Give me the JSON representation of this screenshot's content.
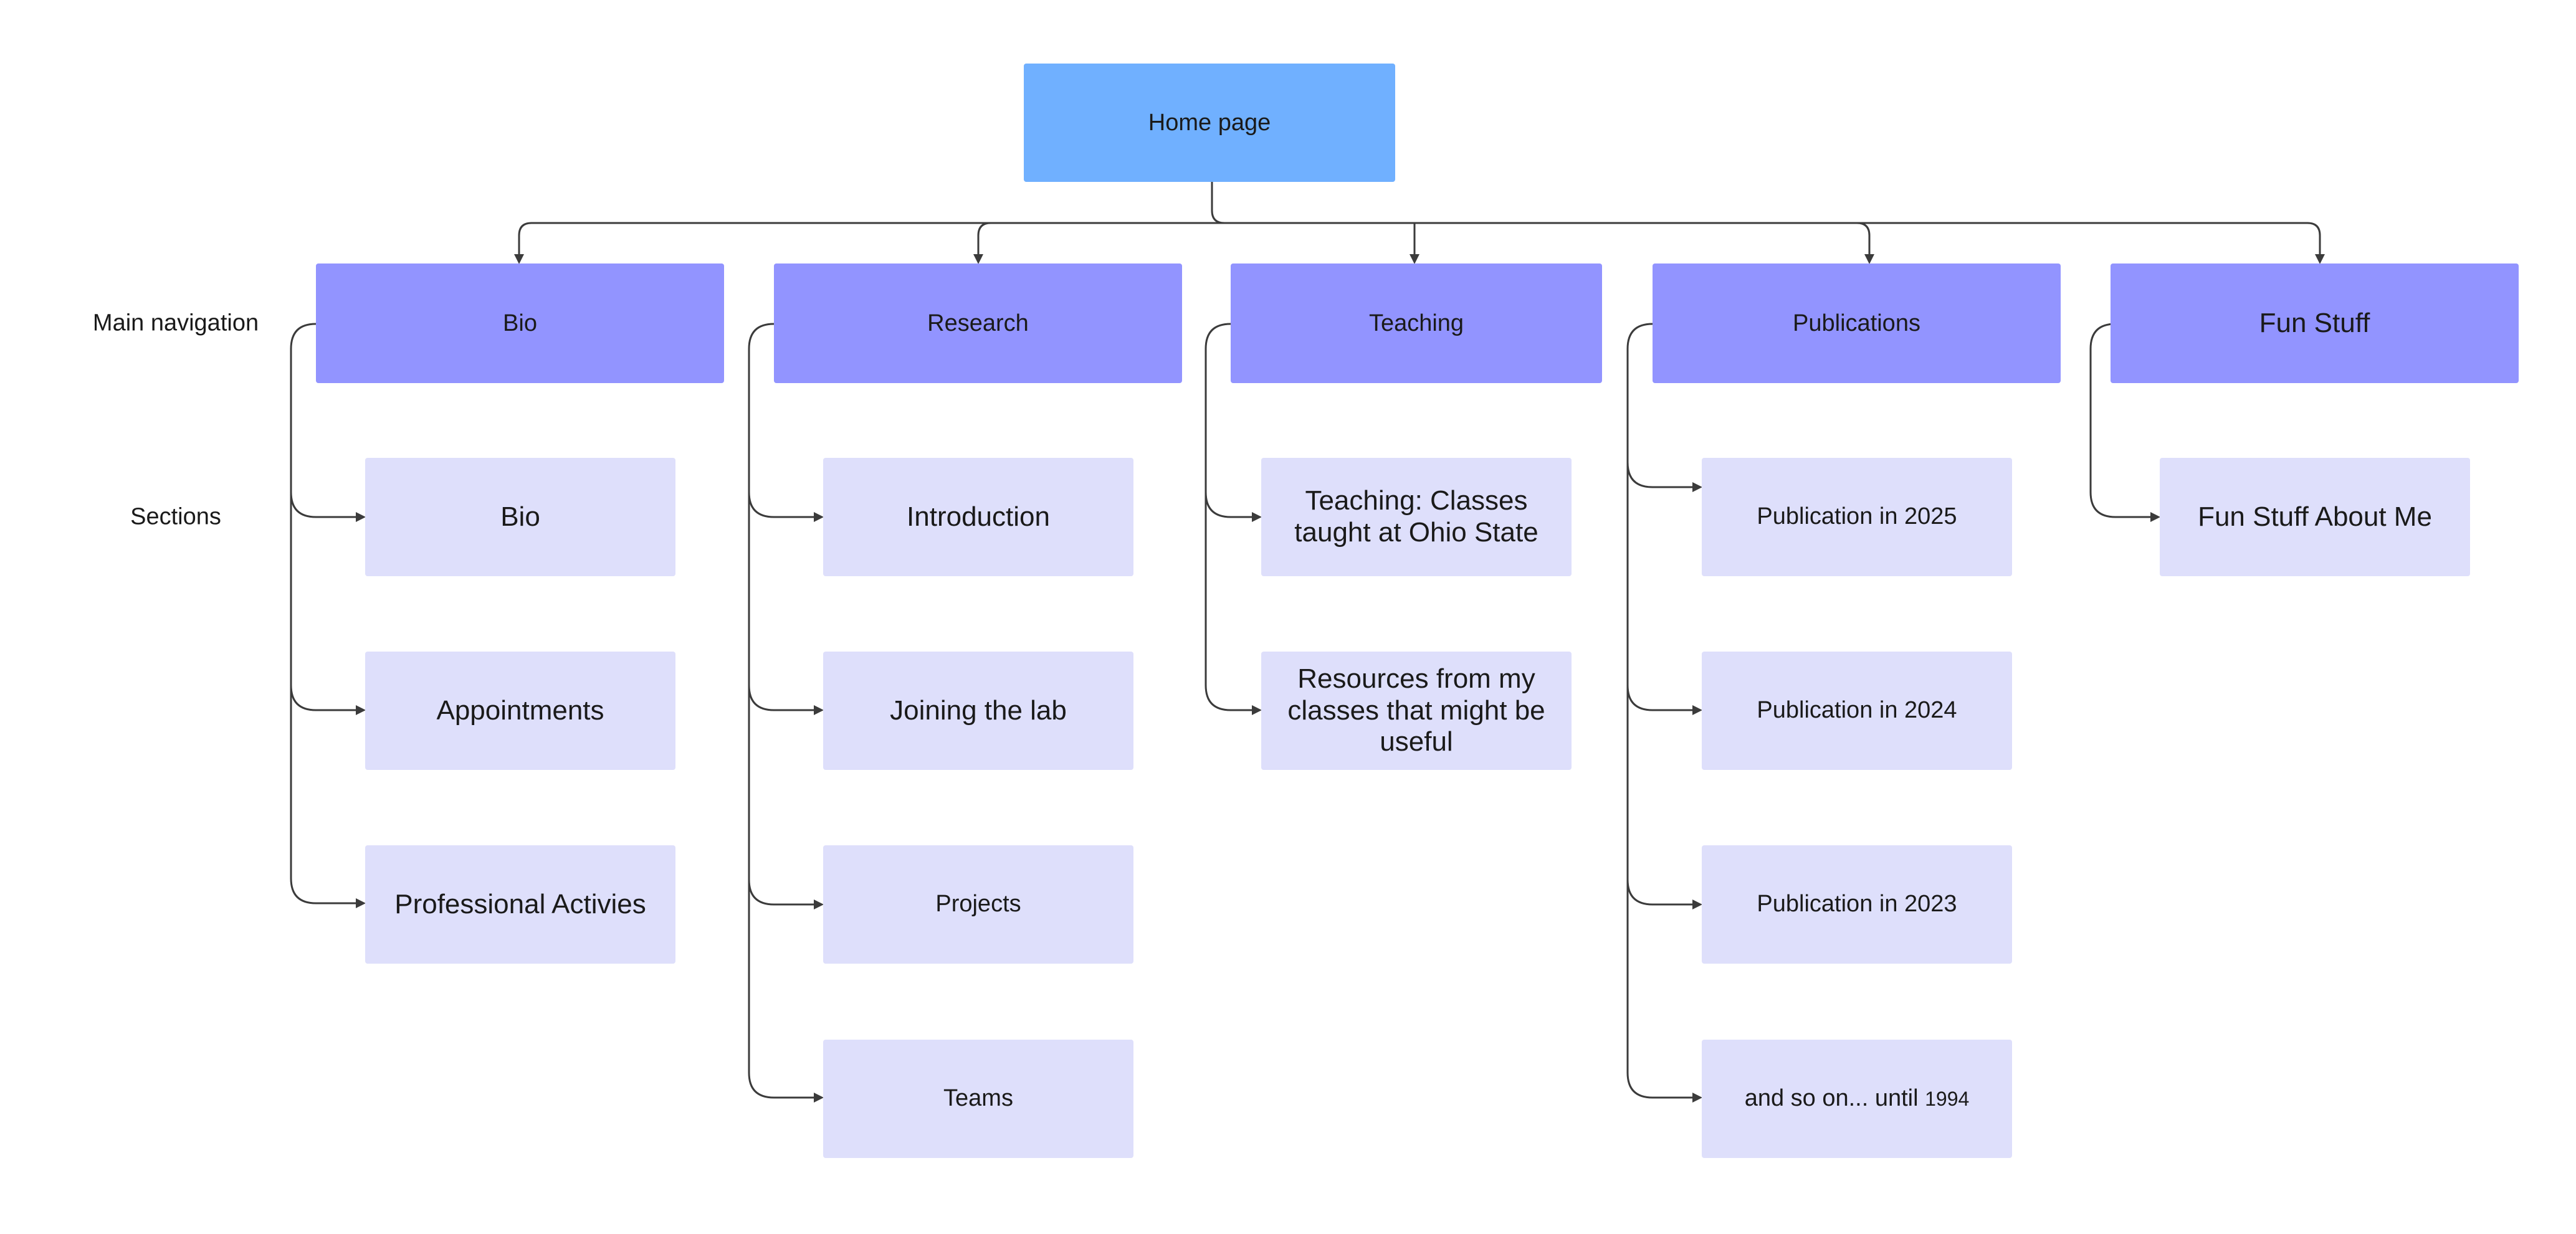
{
  "row_labels": {
    "main_navigation": "Main navigation",
    "sections": "Sections"
  },
  "home": {
    "label": "Home page"
  },
  "nav": {
    "bio": "Bio",
    "research": "Research",
    "teaching": "Teaching",
    "publications": "Publications",
    "fun_stuff": "Fun Stuff"
  },
  "sections": {
    "bio": [
      "Bio",
      "Appointments",
      "Professional Activies"
    ],
    "research": [
      "Introduction",
      "Joining the lab",
      "Projects",
      "Teams"
    ],
    "teaching": [
      "Teaching: Classes taught at Ohio State",
      "Resources from my classes that might be useful"
    ],
    "publications": [
      "Publication in 2025",
      "Publication in 2024",
      "Publication in 2023"
    ],
    "publications_last": {
      "prefix": "and so on... until",
      "year": "1994"
    },
    "fun_stuff": [
      "Fun Stuff About Me"
    ]
  },
  "colors": {
    "home": "#70B0FF",
    "nav": "#9294FF",
    "section": "#DEDFFB",
    "connector": "#3b3b3b"
  }
}
